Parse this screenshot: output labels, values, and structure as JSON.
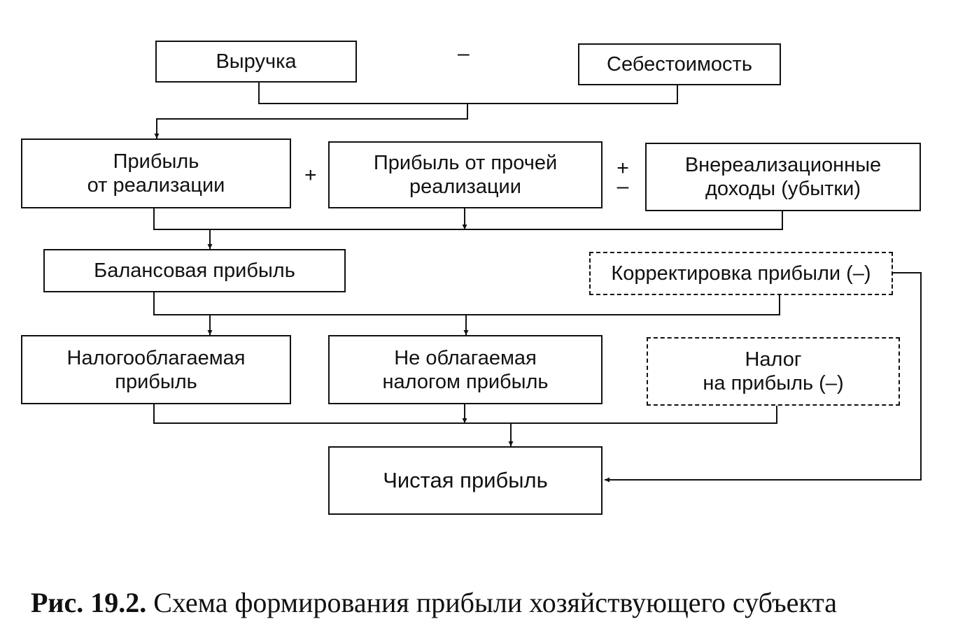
{
  "nodes": {
    "revenue": "Выручка",
    "cost": "Себестоимость",
    "sales_profit": [
      "Прибыль",
      "от реализации"
    ],
    "other_sales_profit": [
      "Прибыль от прочей",
      "реализации"
    ],
    "non_operating": [
      "Внереализационные",
      "доходы (убытки)"
    ],
    "balance_profit": "Балансовая прибыль",
    "profit_adjustment": "Корректировка прибыли (–)",
    "taxable_profit": [
      "Налогооблагаемая",
      "прибыль"
    ],
    "non_taxable_profit": [
      "Не облагаемая",
      "налогом прибыль"
    ],
    "profit_tax": [
      "Налог",
      "на прибыль (–)"
    ],
    "net_profit": "Чистая прибыль"
  },
  "operators": {
    "minus": "–",
    "plus": "+",
    "plus_minus_top": "+",
    "plus_minus_bottom": "–"
  },
  "caption": {
    "number": "Рис. 19.2.",
    "text": "Схема формирования прибыли хозяйствующего субъекта"
  }
}
